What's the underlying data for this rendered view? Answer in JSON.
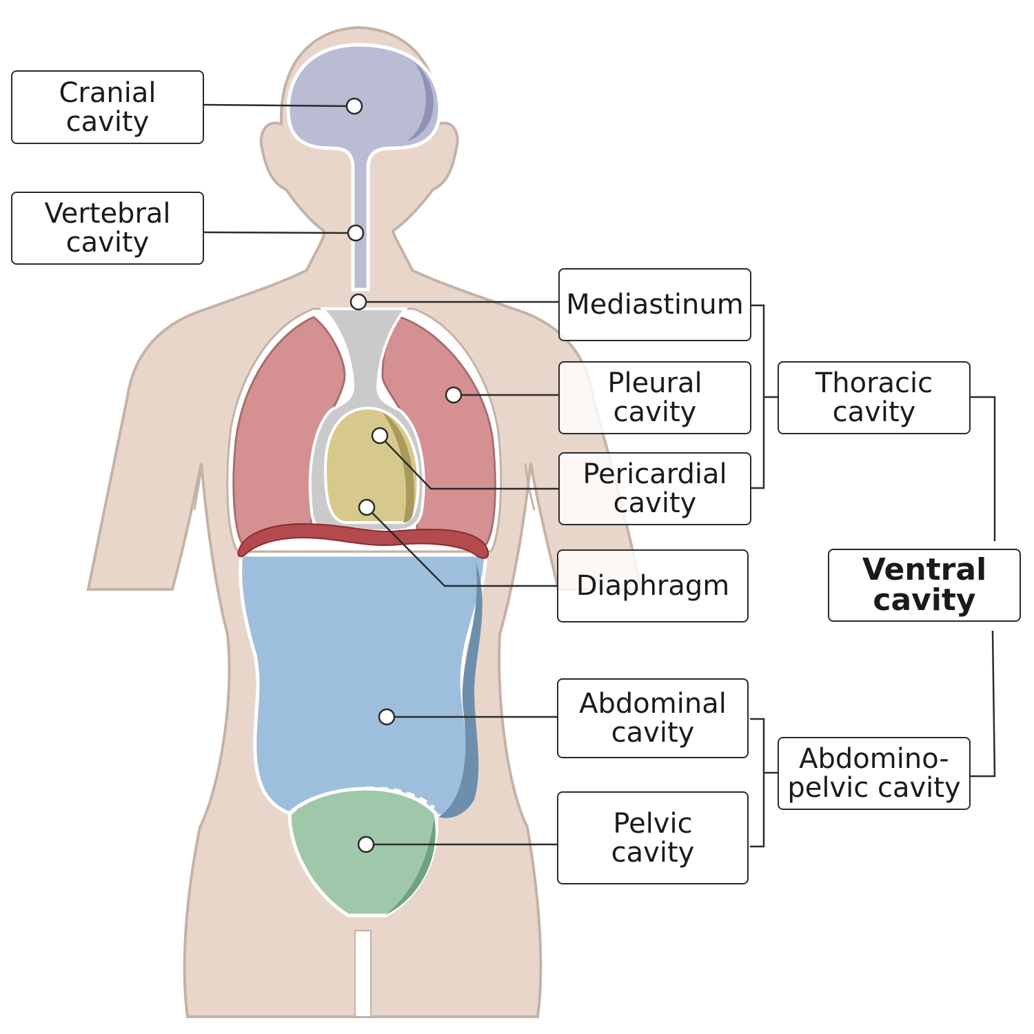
{
  "labels": {
    "cranial": "Cranial\ncavity",
    "vertebral": "Vertebral\ncavity",
    "mediastinum": "Mediastinum",
    "pleural": "Pleural\ncavity",
    "pericardial": "Pericardial\ncavity",
    "diaphragm": "Diaphragm",
    "abdominal": "Abdominal\ncavity",
    "pelvic": "Pelvic\ncavity",
    "thoracic": "Thoracic\ncavity",
    "abdominopelvic": "Abdomino-\npelvic cavity",
    "ventral": "Ventral\ncavity"
  },
  "colors": {
    "skin": "#e8d6cb",
    "skin_outline": "#c5b2a6",
    "cranial": "#b9bcd3",
    "vertebral": "#b9bcd3",
    "mediastinum": "#cacaca",
    "pleural": "#d59091",
    "pericardial": "#d6c98b",
    "diaphragm": "#b24a4e",
    "abdominal": "#9dbfdd",
    "pelvic": "#9fc8ab"
  }
}
